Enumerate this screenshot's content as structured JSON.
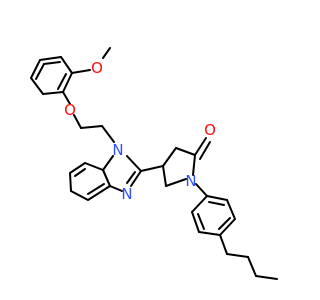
{
  "diagram": {
    "type": "skeletal chemical structure",
    "background": "#ffffff",
    "bond_color": "#000000",
    "element_colors": {
      "O": "#ff0d0d",
      "N": "#3050f8"
    },
    "atom_labels": {
      "methoxy_o": "O",
      "ether_o": "O",
      "carbonyl_o": "O",
      "n1_benzimidazole": "N",
      "n3_benzimidazole": "N",
      "n_pyrrolidinone": "N"
    }
  }
}
